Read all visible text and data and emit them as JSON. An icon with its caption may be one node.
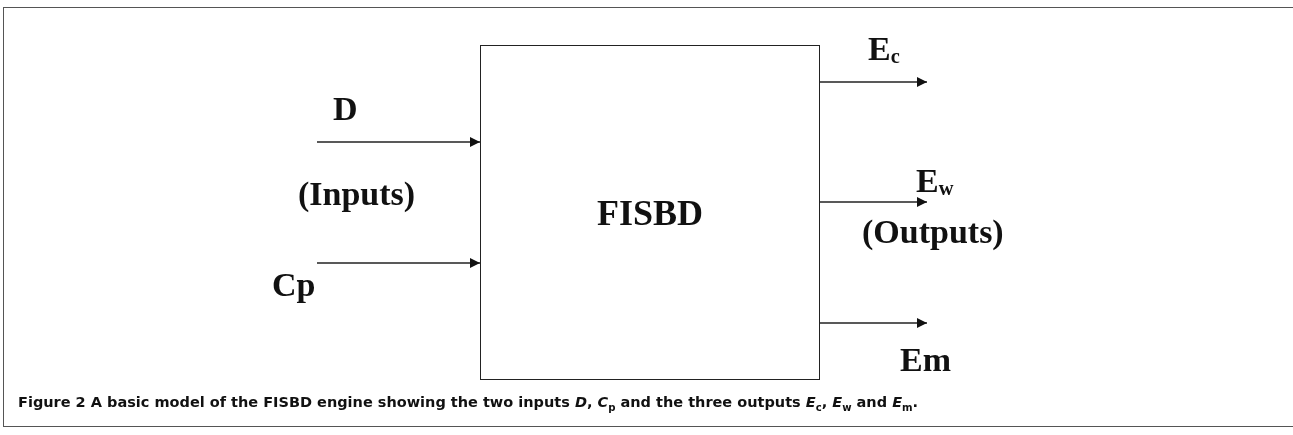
{
  "diagram": {
    "caption": "Figure 2 A basic model of the FISBD engine showing the two inputs *D*, *C*$_{p}$ and the three outputs *E*$_{c}$, *E*$_{w}$ and *E*$_{m}$.",
    "nodes": [
      {
        "text": [
          "D"
        ]
      },
      {
        "text": [
          "Cp"
        ]
      },
      {
        "text": [
          "FISBD"
        ]
      },
      {
        "text": [
          "E$_{c}$"
        ]
      },
      {
        "text": [
          "E$_{w}$"
        ]
      },
      {
        "text": [
          "Em"
        ]
      }
    ],
    "edges": [
      {
        "from": 0,
        "to": 2,
        "arrow": "to"
      },
      {
        "from": 1,
        "to": 2,
        "arrow": "to"
      },
      {
        "from": 2,
        "to": 3,
        "arrow": "to"
      },
      {
        "from": 2,
        "to": 4,
        "arrow": "to"
      },
      {
        "from": 2,
        "to": 5,
        "arrow": "to"
      }
    ],
    "labels": [
      "(Inputs)",
      "(Outputs)"
    ]
  }
}
